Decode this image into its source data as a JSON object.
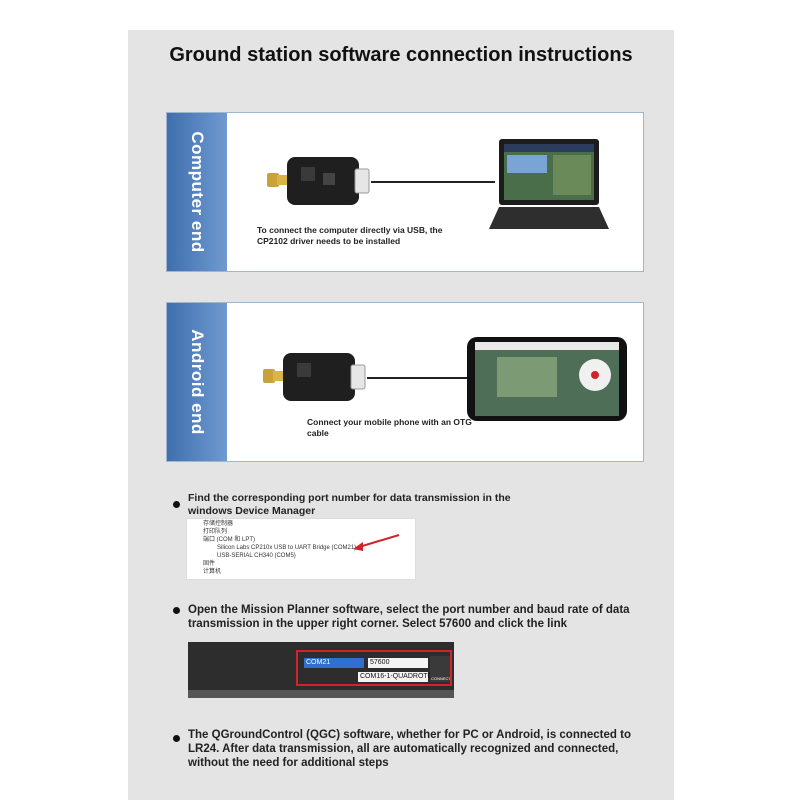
{
  "title": "Ground station software connection instructions",
  "panels": {
    "computer": {
      "tab": "Computer end",
      "caption": "To connect the computer directly via USB, the CP2102 driver needs to be installed"
    },
    "android": {
      "tab": "Android end",
      "caption": "Connect your mobile phone with an OTG cable"
    }
  },
  "steps": [
    {
      "text": "Find the corresponding port number for data transmission in the windows Device Manager"
    },
    {
      "text": "Open the Mission Planner software, select the port number and baud rate of data transmission in the upper right corner. Select 57600 and click the link"
    },
    {
      "text": "The QGroundControl (QGC) software, whether for PC or Android, is connected to LR24. After data transmission, all are automatically recognized and connected, without the need for additional steps"
    }
  ],
  "device_manager": {
    "rows": [
      "存储控制器",
      "打印队列",
      "端口 (COM 和 LPT)",
      "Silicon Labs CP210x USB to UART Bridge (COM21)",
      "USB-SERIAL CH340 (COM5)",
      "固件",
      "计算机"
    ]
  },
  "mission_planner": {
    "port": "COM21",
    "baud": "57600",
    "profile": "COM16-1-QUADROTOR",
    "connect_label": "CONNECT"
  },
  "colors": {
    "tab_blue": "#4a79b8",
    "arrow_red": "#d0232a",
    "highlight_red": "#d0232a"
  }
}
